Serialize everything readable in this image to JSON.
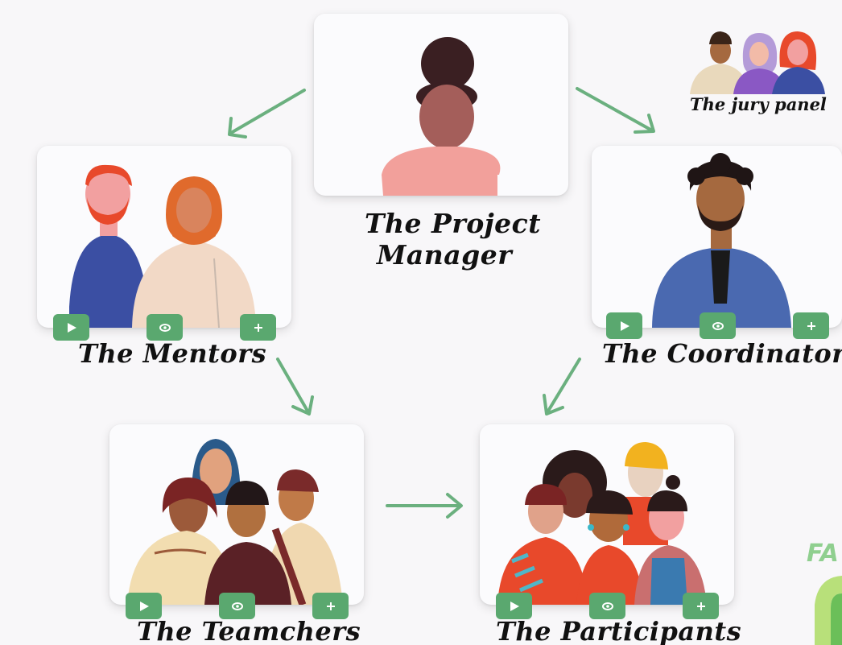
{
  "nodes": {
    "project_manager": {
      "label_line1": "The Project",
      "label_line2": "Manager"
    },
    "mentors": {
      "label": "The Mentors"
    },
    "coordinator": {
      "label": "The Coordinator"
    },
    "teamchers": {
      "label": "The Teamchers"
    },
    "participants": {
      "label": "The Participants"
    }
  },
  "jury": {
    "label": "The jury panel"
  },
  "brand": {
    "text": "FA"
  },
  "card_buttons": [
    {
      "icon": "play-icon"
    },
    {
      "icon": "eye-icon"
    },
    {
      "icon": "plus-icon"
    }
  ],
  "colors": {
    "button": "#5aa86f",
    "arrow": "#6bb07f",
    "background": "#f8f7f9"
  }
}
